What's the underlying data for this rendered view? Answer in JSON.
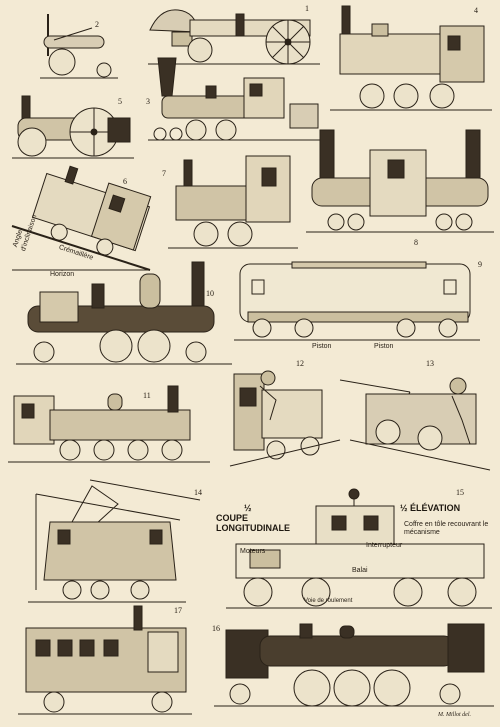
{
  "figure_numbers": [
    "1",
    "2",
    "3",
    "4",
    "5",
    "6",
    "7",
    "8",
    "9",
    "10",
    "11",
    "12",
    "13",
    "14",
    "15",
    "16",
    "17"
  ],
  "fig6": {
    "angle": "Angle",
    "angle_2": "d'inclinaison",
    "rack": "Crémaillère",
    "horizon": "Horizon"
  },
  "fig9": {
    "piston_left": "Piston",
    "piston_right": "Piston"
  },
  "fig15": {
    "half_left": "½",
    "coupe_longitudinale": "COUPE LONGITUDINALE",
    "half_right": "½",
    "elevation": "ÉLÉVATION",
    "coffre": "Coffre en tôle recouvrant le mécanisme",
    "moteurs": "Moteurs",
    "interrupteur": "Interrupteur",
    "balai": "Balai",
    "voie": "Voie de roulement"
  },
  "signature": "M. Millot del."
}
